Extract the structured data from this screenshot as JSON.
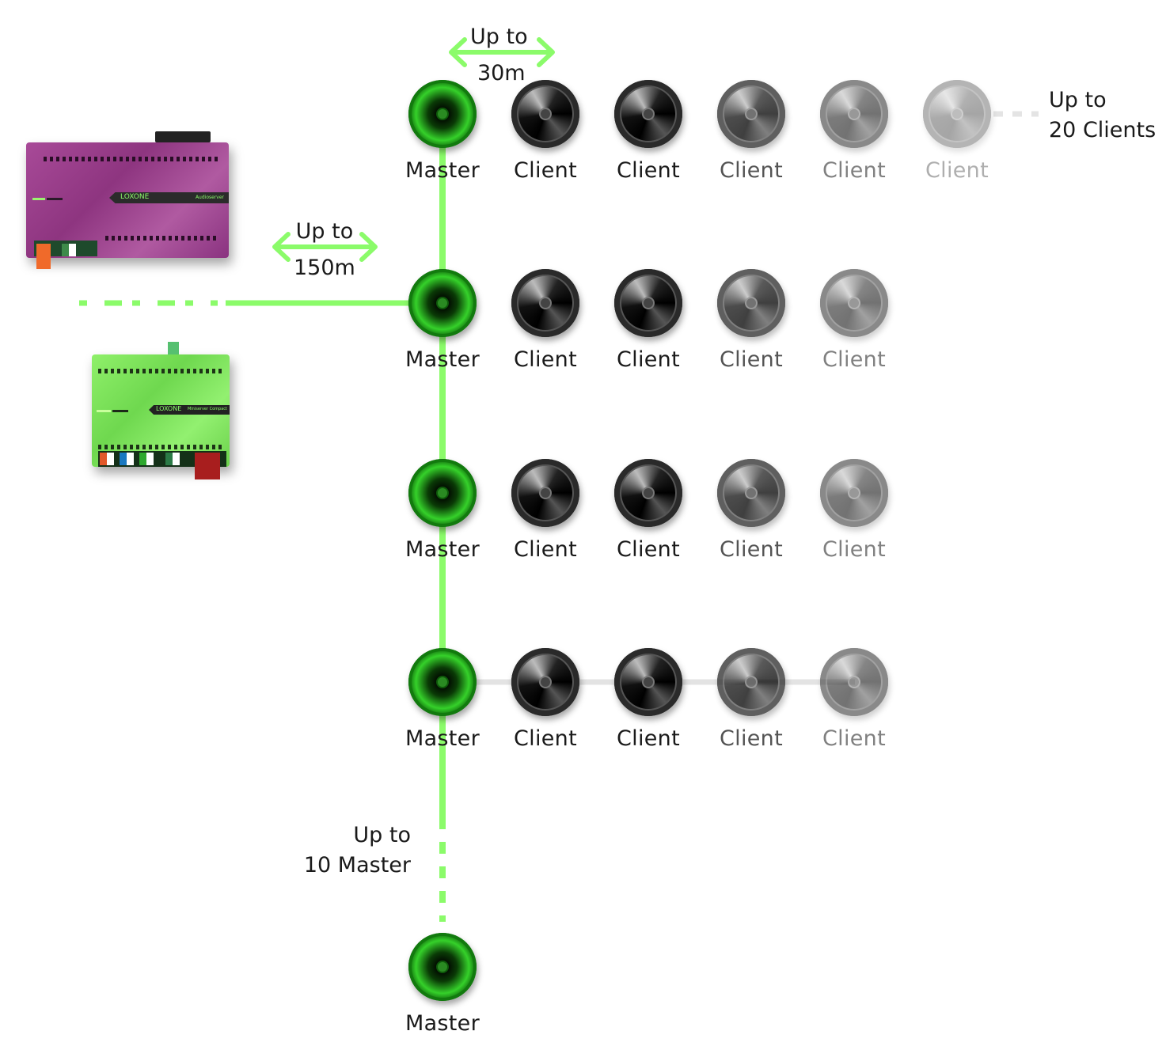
{
  "colors": {
    "bus_green": "#8bfb6a",
    "master_green": "#1f9e1a",
    "audioserver_purple": "#9a3d8c",
    "miniserver_green": "#7be25a",
    "text": "#1a1a1a"
  },
  "annotations": {
    "client_spacing": {
      "line1": "Up to",
      "line2": "30m"
    },
    "server_distance": {
      "line1": "Up to",
      "line2": "150m"
    },
    "max_clients": {
      "line1": "Up to",
      "line2": "20 Clients"
    },
    "max_masters": {
      "line1": "Up to",
      "line2": "10 Master"
    }
  },
  "devices": {
    "audioserver": {
      "brand": "LOXONE",
      "model": "Audioserver"
    },
    "miniserver": {
      "brand": "LOXONE",
      "model": "Miniserver Compact"
    }
  },
  "rows": [
    {
      "master": "Master",
      "clients": [
        {
          "label": "Client",
          "opacity": 1.0
        },
        {
          "label": "Client",
          "opacity": 1.0
        },
        {
          "label": "Client",
          "opacity": 0.75
        },
        {
          "label": "Client",
          "opacity": 0.55
        },
        {
          "label": "Client",
          "opacity": 0.35
        }
      ]
    },
    {
      "master": "Master",
      "clients": [
        {
          "label": "Client",
          "opacity": 1.0
        },
        {
          "label": "Client",
          "opacity": 1.0
        },
        {
          "label": "Client",
          "opacity": 0.75
        },
        {
          "label": "Client",
          "opacity": 0.55
        }
      ]
    },
    {
      "master": "Master",
      "clients": [
        {
          "label": "Client",
          "opacity": 1.0
        },
        {
          "label": "Client",
          "opacity": 1.0
        },
        {
          "label": "Client",
          "opacity": 0.75
        },
        {
          "label": "Client",
          "opacity": 0.55
        }
      ]
    },
    {
      "master": "Master",
      "clients": [
        {
          "label": "Client",
          "opacity": 1.0
        },
        {
          "label": "Client",
          "opacity": 1.0
        },
        {
          "label": "Client",
          "opacity": 0.75
        },
        {
          "label": "Client",
          "opacity": 0.55
        }
      ]
    },
    {
      "master": "Master",
      "clients": []
    }
  ]
}
